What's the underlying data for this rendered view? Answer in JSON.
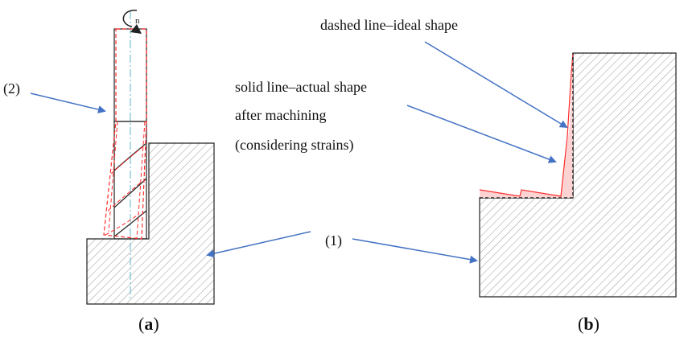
{
  "labels": {
    "callout_2": "(2)",
    "callout_1": "(1)",
    "dashed_line": "dashed line–ideal shape",
    "solid_line_1": "solid line–actual shape",
    "solid_line_2": "after machining",
    "solid_line_3": "(considering strains)",
    "rotation_symbol": "n"
  },
  "captions": {
    "a_open": "(",
    "a_letter": "a",
    "a_close": ")",
    "b_open": "(",
    "b_letter": "b",
    "b_close": ")"
  },
  "colors": {
    "arrow": "#4472c4",
    "ideal_dashed": "#ff2b2b",
    "hatch": "#9a9a9a",
    "outline": "#222222",
    "axis": "#5fb3c8",
    "deviation_fill": "#fbd3d3"
  }
}
